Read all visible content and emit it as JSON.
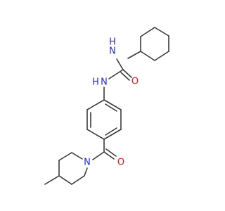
{
  "colors": {
    "bond": "#3a3a3a",
    "nitrogen": "#2828e0",
    "oxygen": "#e01818",
    "background": "#ffffff"
  },
  "atoms": {
    "n_top": "N",
    "h_top": "H",
    "o_urea": "O",
    "n_mid": "N",
    "h_mid": "H",
    "o_ketone": "O",
    "n_piperidine": "N"
  }
}
